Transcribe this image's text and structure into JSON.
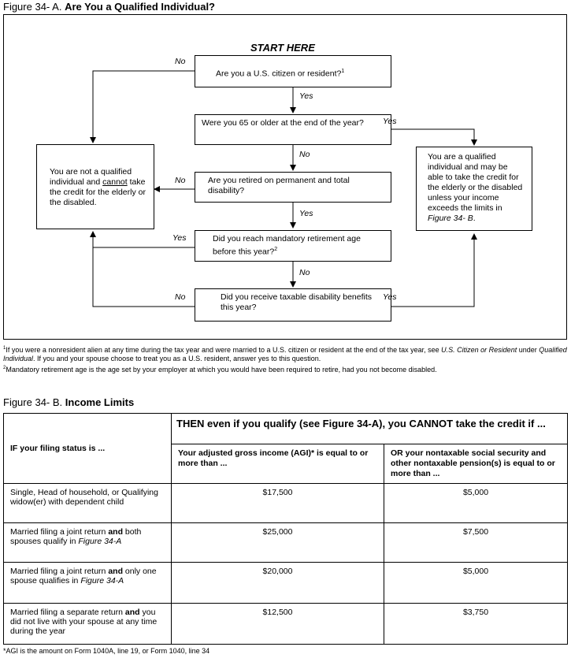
{
  "figure_a": {
    "label": "Figure 34- A.",
    "title": "Are You a Qualified Individual?",
    "start_here": "START HERE",
    "q1_main": "Are you a U.S. citizen or resident?",
    "q1_sup": "1",
    "q2": "Were you 65 or older at the end of the year?",
    "q3": "Are you retired on permanent and total disability?",
    "q4_main": "Did you reach mandatory retirement age before this year?",
    "q4_sup": "2",
    "q5": "Did you receive taxable disability benefits this year?",
    "not_qualified_pre": "You are not a qualified individual and ",
    "not_qualified_emph": "cannot",
    "not_qualified_post": " take the credit for the elderly or the disabled.",
    "qualified_pre": "You are a qualified individual and may be able to take the credit for the elderly or the disabled unless your income exceeds the limits in ",
    "qualified_emph": "Figure 34- B",
    "qualified_post": ".",
    "labels": {
      "q1_no": "No",
      "q1_yes": "Yes",
      "q2_yes": "Yes",
      "q2_no": "No",
      "q3_no": "No",
      "q3_yes": "Yes",
      "q4_yes": "Yes",
      "q4_no": "No",
      "q5_no": "No",
      "q5_yes": "Yes"
    },
    "footnote1": {
      "sup": "1",
      "t1": "If you were a nonresident alien at any time during the tax year and were married to a U.S. citizen or resident at the end of the tax year, see ",
      "e1": "U.S. Citizen or Resident",
      "t2": " under ",
      "e2": "Qualified Individual",
      "t3": ". If you and your spouse choose to treat you as a U.S. resident, answer yes to this question."
    },
    "footnote2": {
      "sup": "2",
      "text": "Mandatory retirement age is the age set by your employer at which you would have been required to retire, had you not become disabled."
    }
  },
  "figure_b": {
    "label": "Figure 34- B.",
    "title": "Income Limits",
    "col_status": "IF your filing status is ...",
    "col_then": "THEN even if you qualify (see Figure 34-A), you CANNOT take the credit if ...",
    "col_agi": "Your adjusted gross income (AGI)* is equal to or more than ...",
    "col_nontax": "OR your nontaxable social security and other nontaxable pension(s) is equal to or more than ...",
    "rows": [
      {
        "s1": "Single, Head of household, or Qualifying widow(er) with dependent child",
        "s2": "",
        "s3": "",
        "s4": "",
        "agi": "$17,500",
        "nontax": "$5,000"
      },
      {
        "s1": "Married filing a joint return ",
        "s2": "and",
        "s3": " both spouses qualify in ",
        "s4": "Figure 34-A",
        "agi": "$25,000",
        "nontax": "$7,500"
      },
      {
        "s1": "Married filing a joint return ",
        "s2": "and",
        "s3": " only one spouse qualifies in ",
        "s4": "Figure 34-A",
        "agi": "$20,000",
        "nontax": "$5,000"
      },
      {
        "s1": "Married filing a separate return ",
        "s2": "and",
        "s3": " you did not live with your spouse at any time during the year",
        "s4": "",
        "agi": "$12,500",
        "nontax": "$3,750"
      }
    ],
    "footnote": "*AGI is the amount on Form 1040A, line 19, or Form 1040, line 34"
  }
}
